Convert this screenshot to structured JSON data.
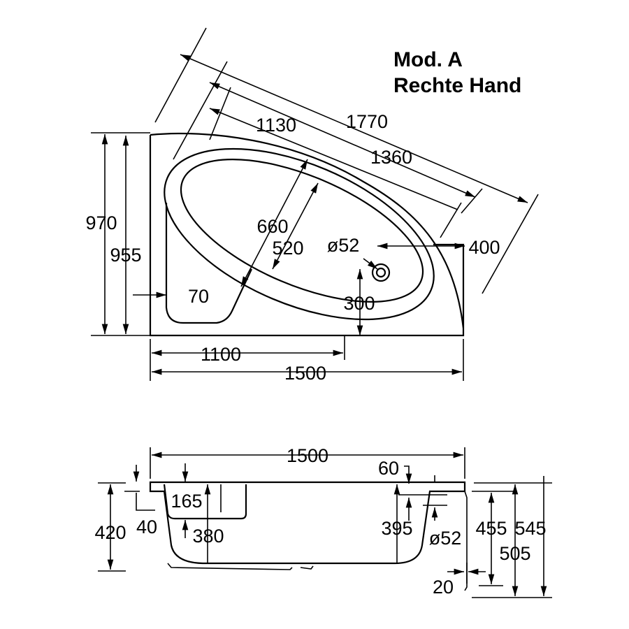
{
  "title": {
    "line1": "Mod. A",
    "line2": "Rechte Hand"
  },
  "top_view": {
    "dims": {
      "overall_diagonal": "1770",
      "inner_diagonal_short": "1130",
      "inner_diagonal_long": "1360",
      "inner_width_outer": "660",
      "inner_width_inner": "520",
      "drain_diameter": "ø52",
      "right_offset": "400",
      "left_offset": "70",
      "drain_offset": "300",
      "depth_overall": "970",
      "depth_inner": "955",
      "drain_position": "1100",
      "length": "1500"
    }
  },
  "side_view": {
    "dims": {
      "length": "1500",
      "overflow_offset": "60",
      "rim_depth": "165",
      "height_floor": "420",
      "rim_lip": "40",
      "inner_depth_left": "380",
      "inner_depth_right": "395",
      "overflow_diameter": "ø52",
      "height_455": "455",
      "height_505": "505",
      "height_545": "545",
      "panel_offset": "20"
    }
  }
}
